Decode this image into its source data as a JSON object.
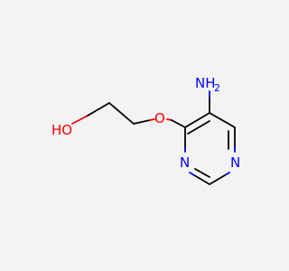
{
  "molecule": {
    "atoms": {
      "amine": "NH",
      "amine_sub": "2",
      "ether_oxygen": "O",
      "hydroxyl": "HO",
      "ring_n1": "N",
      "ring_n3": "N"
    },
    "colors": {
      "bond": "#000000",
      "oxygen": "#ff0000",
      "nitrogen": "#0000ff",
      "background": "#f3f3f3"
    }
  }
}
